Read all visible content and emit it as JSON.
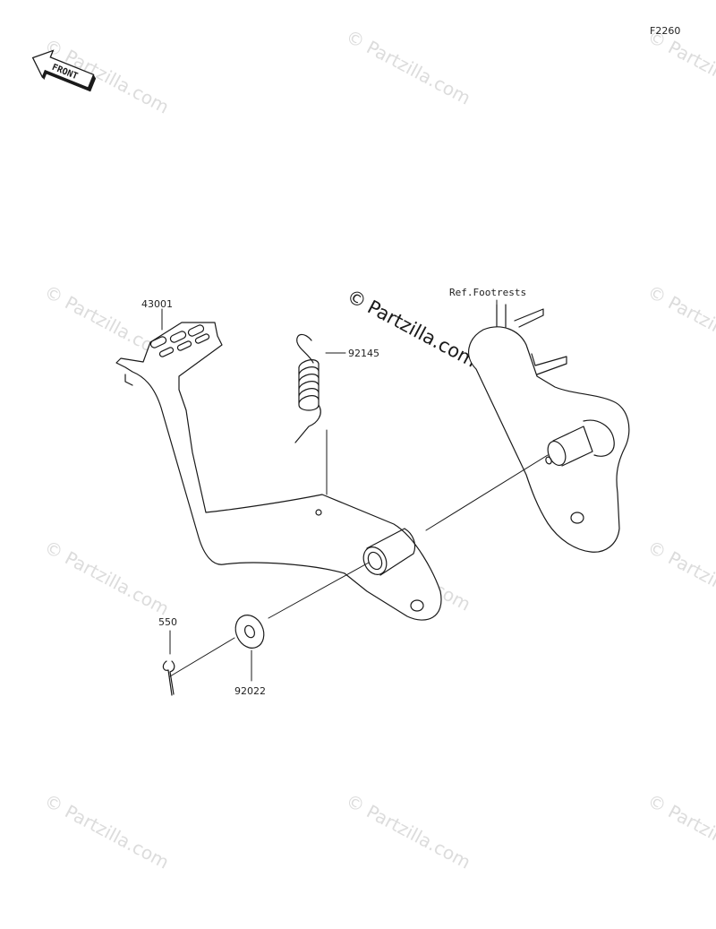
{
  "figure_code": "F2260",
  "front_badge": "FRONT",
  "watermark": {
    "text": "Partzilla.com",
    "symbol": "©"
  },
  "callouts": {
    "pedal": "43001",
    "spring": "92145",
    "footrests": "Ref.Footrests",
    "cotter_pin": "550",
    "washer": "92022"
  },
  "colors": {
    "line": "#1a1a1a",
    "watermark": "#dcdcdc"
  }
}
